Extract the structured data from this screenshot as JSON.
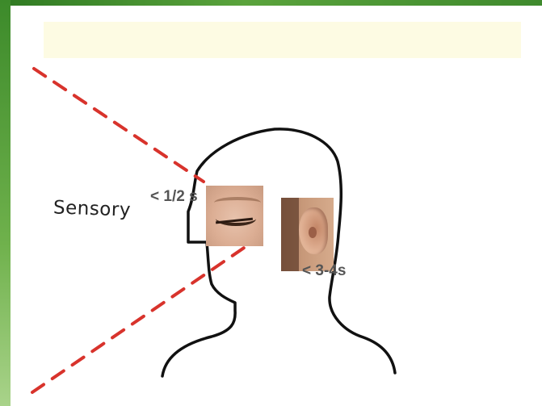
{
  "title_bar": {
    "text": ""
  },
  "diagram": {
    "sensory_label": "Sensory",
    "visual_duration": "< 1/2 s",
    "auditory_duration": "< 3-4s",
    "line_color": "#d8332c",
    "photos": {
      "eye": "eye-photo",
      "ear": "ear-photo"
    }
  }
}
